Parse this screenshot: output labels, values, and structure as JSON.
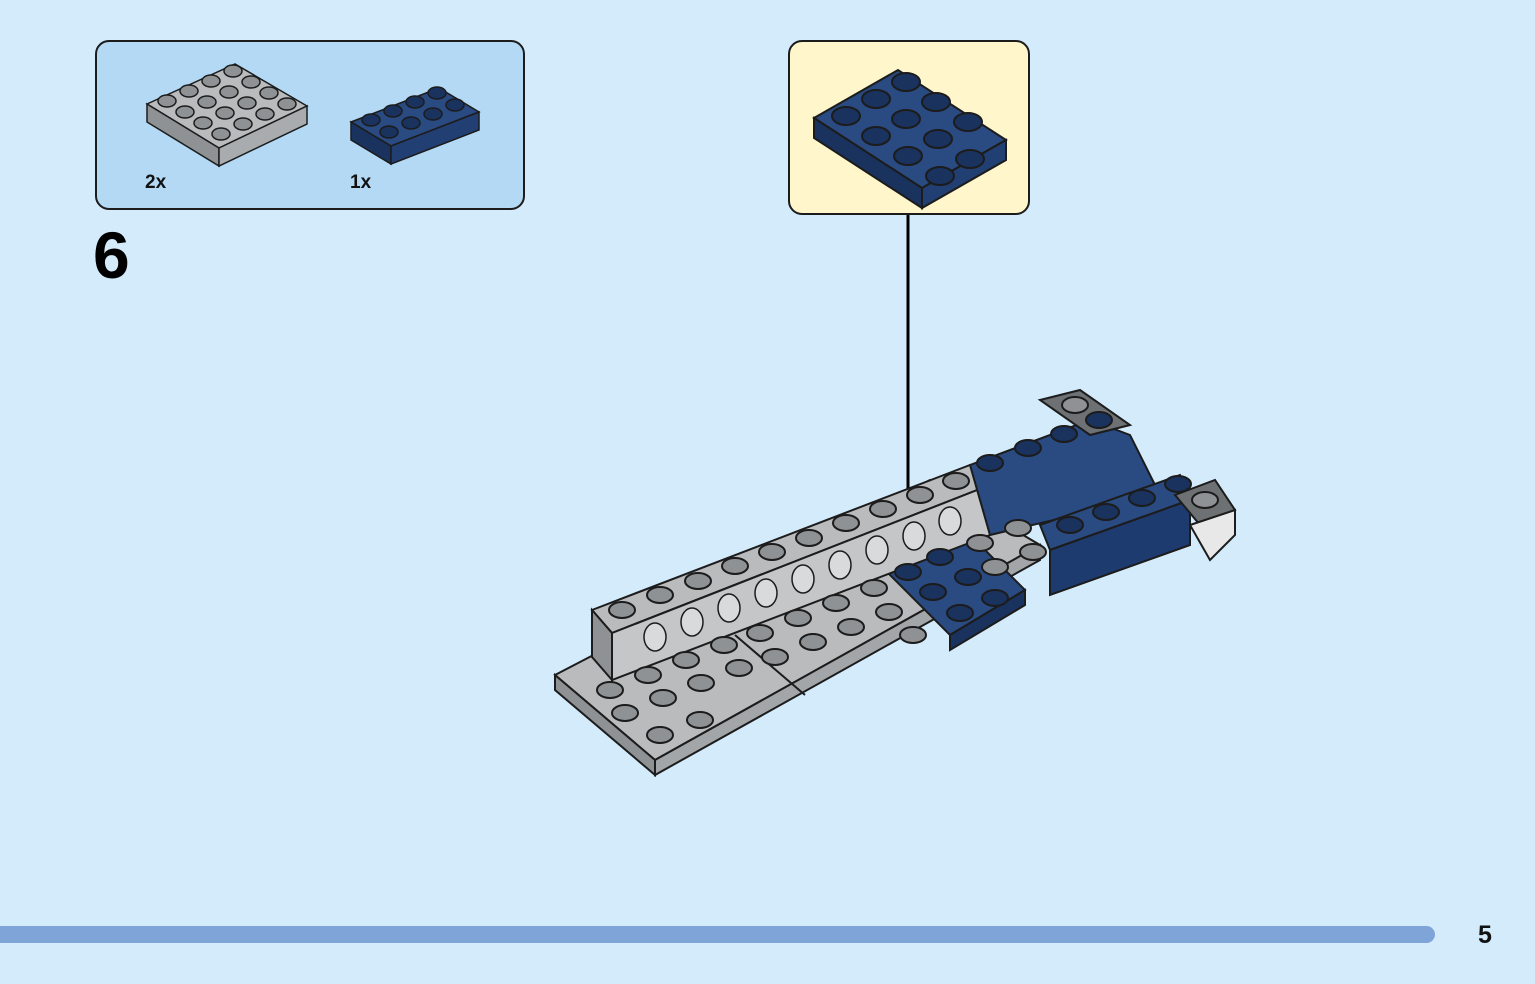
{
  "parts_list": {
    "items": [
      {
        "name": "gray-plate-4x4",
        "quantity": "2x"
      },
      {
        "name": "blue-plate-2x4",
        "quantity": "1x"
      }
    ]
  },
  "step": {
    "number": "6"
  },
  "page": {
    "number": "5"
  },
  "colors": {
    "background": "#d4ebfb",
    "parts_box": "#b3d9f5",
    "callout_box": "#fff6cc",
    "progress_bar": "#7fa4d8",
    "brick_gray": "#a3a6a8",
    "brick_blue": "#1e3b6f",
    "outline": "#1c1c1c"
  }
}
